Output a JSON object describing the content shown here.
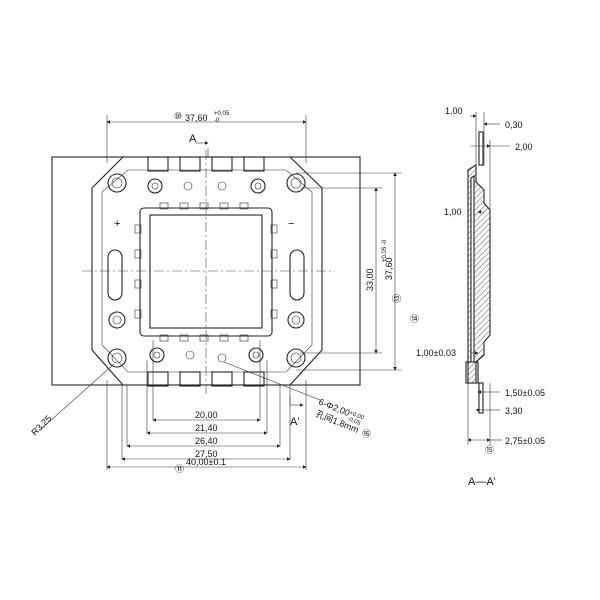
{
  "front_view": {
    "dim_top": "37,60",
    "dim_top_tol_upper": "+0.05",
    "dim_top_tol_lower": "-0",
    "ref_top": "⑩",
    "section_mark_top": "A",
    "section_mark_bottom": "A'",
    "dim_right_inner": "33,00",
    "dim_right_outer": "37,60",
    "dim_right_outer_tol": "+0.05 -0",
    "ref_right": "⑬",
    "ref_far_right": "⑭",
    "dim_20": "20,00",
    "dim_21": "21,40",
    "dim_26": "26,40",
    "dim_27": "27,50",
    "dim_40": "40,00±0.1",
    "ref_bottom": "⑪",
    "radius_label": "R3,25",
    "hole_label": "6-Φ2,00",
    "hole_tol_upper": "+0.00",
    "hole_tol_lower": "-0.05",
    "hole_note": "孔间1.8mm",
    "ref_hole": "⑯",
    "plus_sign": "+",
    "minus_sign": "−"
  },
  "side_view": {
    "dim_1_00_top": "1,00",
    "dim_0_30": "0,30",
    "dim_2_00": "2,00",
    "dim_1_00_mid": "1,00",
    "dim_1_00_pm": "1,00±0.03",
    "dim_1_50": "1,50±0.05",
    "dim_3_30": "3,30",
    "dim_2_75": "2,75±0.05",
    "ref_side": "⑮",
    "section_title": "A—A'"
  }
}
